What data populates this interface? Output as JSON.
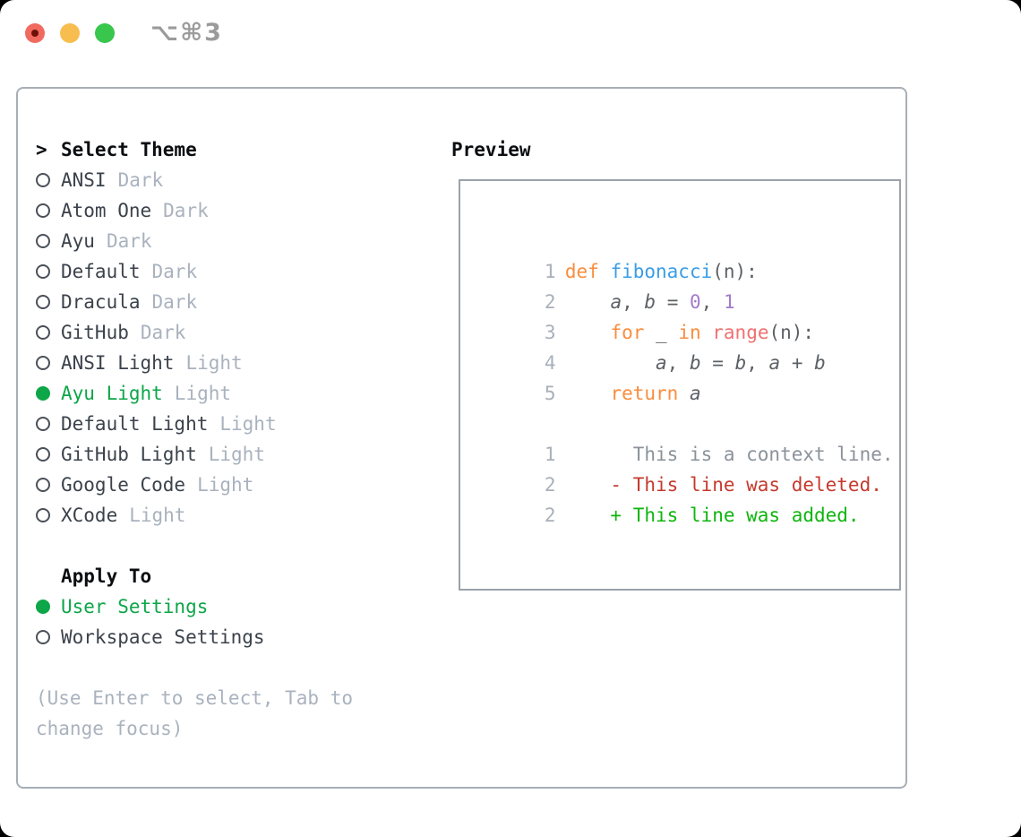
{
  "titlebar": {
    "title": "⌥⌘3",
    "traffic_lights": [
      "close",
      "minimize",
      "zoom"
    ]
  },
  "colors": {
    "selected_green": "#0da648",
    "muted_gray": "#a9b2be",
    "keyword_orange": "#fa8d3e",
    "function_blue": "#399ee6",
    "number_purple": "#a37acc",
    "call_coral": "#f07171",
    "code_fg": "#5c6166",
    "diff_removed_red": "#c53a2e",
    "diff_added_green": "#0eb50e",
    "traffic_red": "#f16a5f",
    "traffic_yellow": "#f7be4f",
    "traffic_green": "#38c74c"
  },
  "theme_list": {
    "prompt": ">",
    "header": "Select Theme",
    "items": [
      {
        "name": "ANSI",
        "variant": "Dark",
        "selected": false
      },
      {
        "name": "Atom One",
        "variant": "Dark",
        "selected": false
      },
      {
        "name": "Ayu",
        "variant": "Dark",
        "selected": false
      },
      {
        "name": "Default",
        "variant": "Dark",
        "selected": false
      },
      {
        "name": "Dracula",
        "variant": "Dark",
        "selected": false
      },
      {
        "name": "GitHub",
        "variant": "Dark",
        "selected": false
      },
      {
        "name": "ANSI Light",
        "variant": "Light",
        "selected": false
      },
      {
        "name": "Ayu Light",
        "variant": "Light",
        "selected": true
      },
      {
        "name": "Default Light",
        "variant": "Light",
        "selected": false
      },
      {
        "name": "GitHub Light",
        "variant": "Light",
        "selected": false
      },
      {
        "name": "Google Code",
        "variant": "Light",
        "selected": false
      },
      {
        "name": "XCode",
        "variant": "Light",
        "selected": false
      }
    ]
  },
  "apply_to": {
    "header": "Apply To",
    "options": [
      {
        "label": "User Settings",
        "selected": true
      },
      {
        "label": "Workspace Settings",
        "selected": false
      }
    ]
  },
  "help_text": "(Use Enter to select, Tab to change focus)",
  "preview": {
    "header": "Preview",
    "code_lines": [
      {
        "num": "1",
        "segments": [
          {
            "text": "def ",
            "cls": "tok-kw"
          },
          {
            "text": "fibonacci",
            "cls": "tok-fn"
          },
          {
            "text": "(n):",
            "cls": "tok-fg"
          }
        ]
      },
      {
        "num": "2",
        "segments": [
          {
            "text": "    ",
            "cls": "tok-fg"
          },
          {
            "text": "a",
            "cls": "tok-var"
          },
          {
            "text": ", ",
            "cls": "tok-fg"
          },
          {
            "text": "b",
            "cls": "tok-var"
          },
          {
            "text": " = ",
            "cls": "tok-fg"
          },
          {
            "text": "0",
            "cls": "tok-num"
          },
          {
            "text": ", ",
            "cls": "tok-fg"
          },
          {
            "text": "1",
            "cls": "tok-num"
          }
        ]
      },
      {
        "num": "3",
        "segments": [
          {
            "text": "    ",
            "cls": "tok-fg"
          },
          {
            "text": "for",
            "cls": "tok-kw"
          },
          {
            "text": " _ ",
            "cls": "tok-fg"
          },
          {
            "text": "in",
            "cls": "tok-kw"
          },
          {
            "text": " ",
            "cls": "tok-fg"
          },
          {
            "text": "range",
            "cls": "tok-call"
          },
          {
            "text": "(n):",
            "cls": "tok-fg"
          }
        ]
      },
      {
        "num": "4",
        "segments": [
          {
            "text": "        ",
            "cls": "tok-fg"
          },
          {
            "text": "a",
            "cls": "tok-var"
          },
          {
            "text": ", ",
            "cls": "tok-fg"
          },
          {
            "text": "b",
            "cls": "tok-var"
          },
          {
            "text": " = ",
            "cls": "tok-fg"
          },
          {
            "text": "b",
            "cls": "tok-var"
          },
          {
            "text": ", ",
            "cls": "tok-fg"
          },
          {
            "text": "a",
            "cls": "tok-var"
          },
          {
            "text": " + ",
            "cls": "tok-fg"
          },
          {
            "text": "b",
            "cls": "tok-var"
          }
        ]
      },
      {
        "num": "5",
        "segments": [
          {
            "text": "    ",
            "cls": "tok-fg"
          },
          {
            "text": "return",
            "cls": "tok-kw"
          },
          {
            "text": " ",
            "cls": "tok-fg"
          },
          {
            "text": "a",
            "cls": "tok-var"
          }
        ]
      }
    ],
    "diff_lines": [
      {
        "num": "1",
        "cls": "diff-ctx",
        "text": "      This is a context line."
      },
      {
        "num": "2",
        "cls": "diff-del",
        "text": "    - This line was deleted."
      },
      {
        "num": "2",
        "cls": "diff-add",
        "text": "    + This line was added."
      }
    ]
  }
}
